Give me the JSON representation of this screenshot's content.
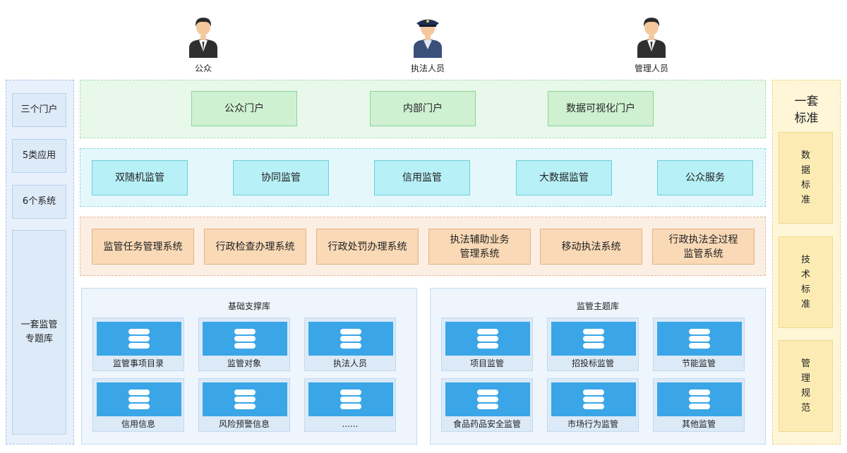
{
  "users": [
    {
      "label": "公众",
      "icon": "person-suit-icon"
    },
    {
      "label": "执法人员",
      "icon": "officer-icon"
    },
    {
      "label": "管理人员",
      "icon": "person-suit-icon"
    }
  ],
  "left_labels": [
    "三个门户",
    "5类应用",
    "6个系统",
    "一套监管\n专题库"
  ],
  "standards": {
    "title": "一套\n标准",
    "items": [
      "数据标准",
      "技术标准",
      "管理规范"
    ]
  },
  "portals": [
    "公众门户",
    "内部门户",
    "数据可视化门户"
  ],
  "applications": [
    "双随机监管",
    "协同监管",
    "信用监管",
    "大数据监管",
    "公众服务"
  ],
  "systems": [
    "监管任务管理系统",
    "行政检查办理系统",
    "行政处罚办理系统",
    "执法辅助业务\n管理系统",
    "移动执法系统",
    "行政执法全过程\n监管系统"
  ],
  "databases": [
    {
      "title": "基础支撑库",
      "items": [
        "监管事项目录",
        "监管对象",
        "执法人员",
        "信用信息",
        "风险预警信息",
        "......"
      ]
    },
    {
      "title": "监管主题库",
      "items": [
        "项目监管",
        "招投标监管",
        "节能监管",
        "食品药品安全监管",
        "市场行为监管",
        "其他监管"
      ]
    }
  ],
  "colors": {
    "portal": "#cff1d2",
    "application": "#b7f0f6",
    "system": "#f9d9b6",
    "database_icon": "#3aa6e8",
    "standard": "#fcecb4"
  }
}
